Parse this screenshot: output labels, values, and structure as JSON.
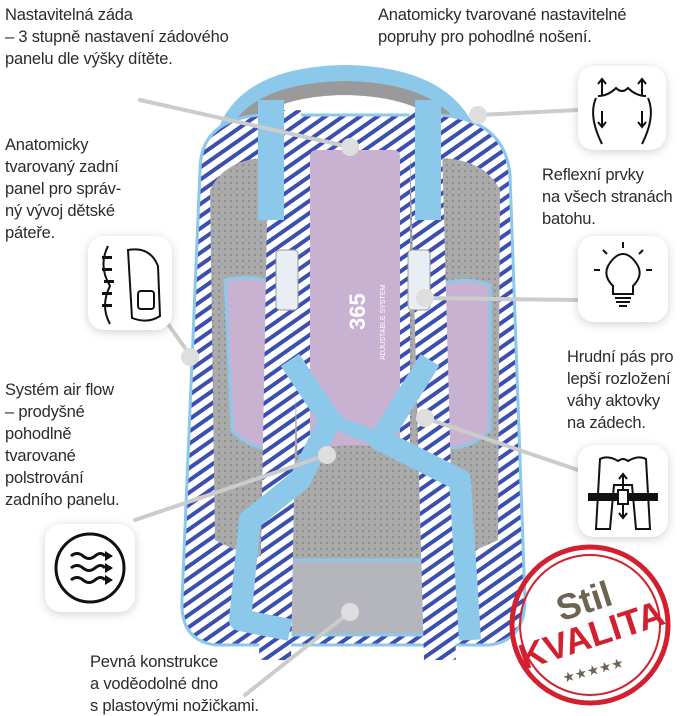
{
  "features": {
    "adjustable_back": "Nastavitelná záda\n– 3 stupně nastavení zádového\npanelu dle výšky dítěte.",
    "straps": "Anatomicky tvarované nastavitelné\npopruhy pro pohodlné nošení.",
    "back_panel": "Anatomicky\ntvarovaný zadní\npanel pro správ-\nný vývoj dětské\npáteře.",
    "reflective": "Reflexní prvky\nna všech stranách\nbatohu.",
    "airflow": "Systém air flow\n– prodyšné\npohodlně\ntvarované\npolstrování\nzadního panelu.",
    "chest_strap": "Hrudní pás pro\nlepší rozložení\nváhy aktovky\nna zádech.",
    "bottom": "Pevná konstrukce\na voděodolné dno\ns plastovými nožičkami."
  },
  "backpack_label": "365",
  "backpack_sublabel": "ADJUSTABLE SYSTEM",
  "stamp": {
    "line1": "Stil",
    "line2": "KVALITA",
    "stars": "★★★★★"
  },
  "colors": {
    "strap": "#8cc8ea",
    "zebra": "#3b4fb0",
    "panel": "#c9b1d2",
    "mesh": "#a9a9a9",
    "stamp": "#d3202f",
    "stamp_text": "#6e6452"
  }
}
